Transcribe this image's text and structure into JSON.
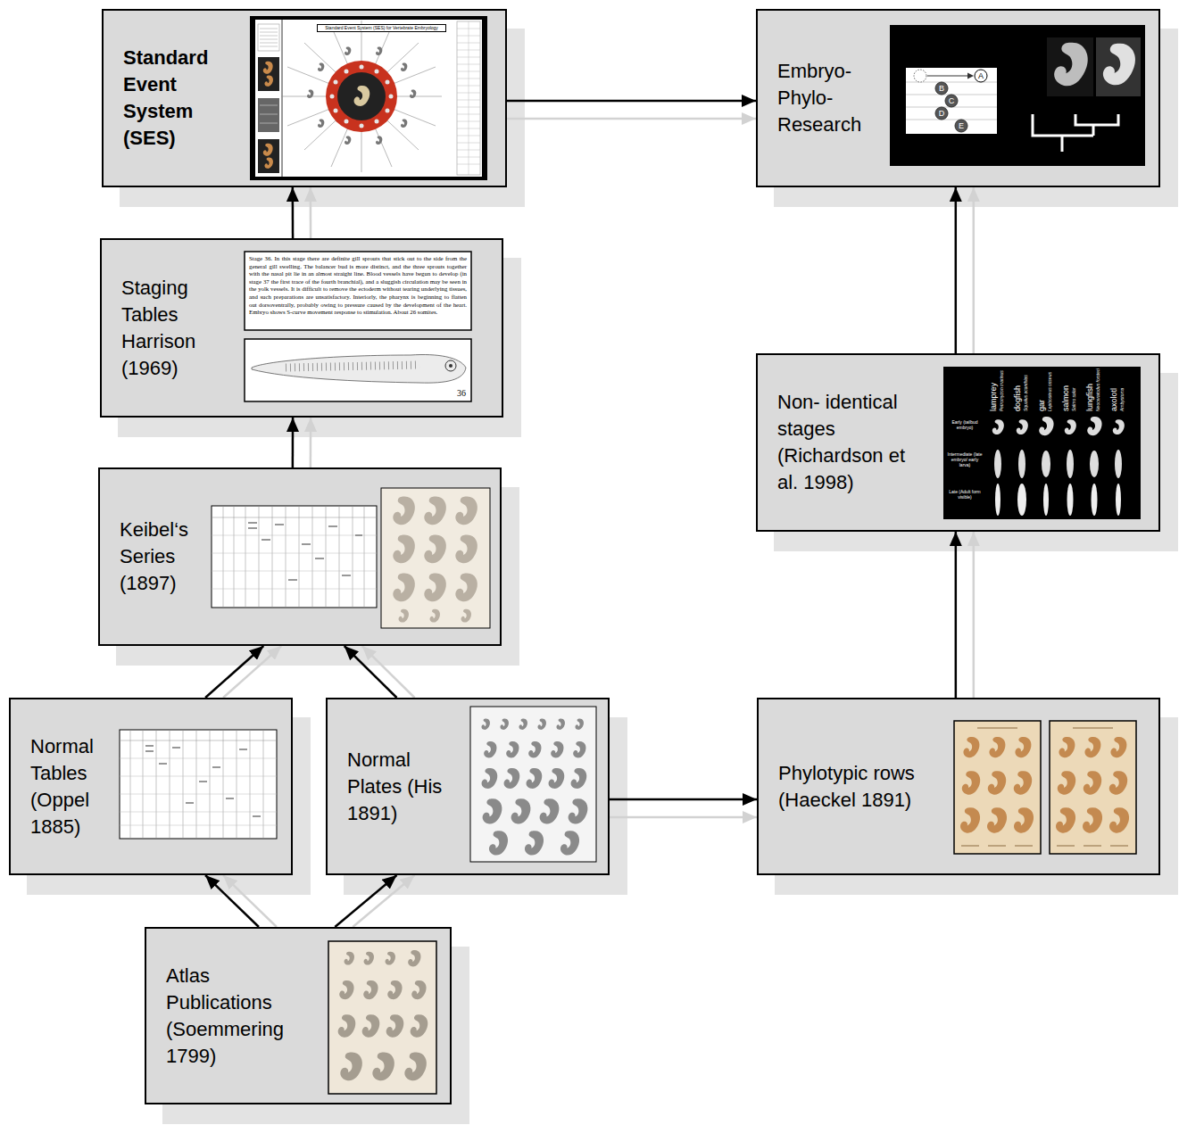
{
  "diagram": {
    "nodes": [
      {
        "text": [
          "Standard Event System (SES)"
        ]
      },
      {
        "text": [
          "Embryo- Phylo- Research"
        ]
      },
      {
        "text": [
          "Staging Tables Harrison (1969)"
        ]
      },
      {
        "text": [
          "Non- identical stages (Richardson et al. 1998)"
        ]
      },
      {
        "text": [
          "Keibel‘s Series (1897)"
        ]
      },
      {
        "text": [
          "Normal Tables (Oppel 1885)"
        ]
      },
      {
        "text": [
          "Normal Plates (His 1891)"
        ]
      },
      {
        "text": [
          "Phylotypic rows (Haeckel 1891)"
        ]
      },
      {
        "text": [
          "Atlas Publications (Soemmering 1799)"
        ]
      }
    ],
    "edges": [
      {
        "from": 8,
        "to": 5,
        "arrow": "to"
      },
      {
        "from": 8,
        "to": 6,
        "arrow": "to"
      },
      {
        "from": 5,
        "to": 4,
        "arrow": "to"
      },
      {
        "from": 6,
        "to": 4,
        "arrow": "to"
      },
      {
        "from": 4,
        "to": 2,
        "arrow": "to"
      },
      {
        "from": 2,
        "to": 0,
        "arrow": "to"
      },
      {
        "from": 0,
        "to": 1,
        "arrow": "to"
      },
      {
        "from": 6,
        "to": 7,
        "arrow": "to"
      },
      {
        "from": 7,
        "to": 3,
        "arrow": "to"
      },
      {
        "from": 3,
        "to": 1,
        "arrow": "to"
      }
    ],
    "labels": [
      "Standard Event System (SES) for Vertebrate Embryology",
      "A",
      "B",
      "C",
      "D",
      "E",
      "Stage 36. In this stage there are definite gill sprouts that stick out to the side from the general gill swelling. The balancer bud is more distinct, and the three sprouts together with the nasal pit lie in an almost straight line. Blood vessels have begun to develop (in stage 37 the first trace of the fourth branchial), and a sluggish circulation may be seen in the yolk vessels. It is difficult to remove the ectoderm without tearing underlying tissues, and such preparations are unsatisfactory. Interiorly, the pharynx is beginning to flatten out dorsoventrally, probably owing to pressure caused by the development of the heart. Embryo shows S-curve movement response to stimulation. About 26 somites.",
      "36",
      "lamprey",
      "dogfish",
      "gar",
      "salmon",
      "lungfish",
      "axolotl",
      "Petromyzon marinus",
      "Squalus acanthias",
      "Lepisosteus osseus",
      "Salmo salar",
      "Neoceratodus forsteri",
      "Ambystoma",
      "Early (tailbud embryo)",
      "Intermediate (late embryo/ early larva)",
      "Late (Adult form visible)"
    ]
  }
}
